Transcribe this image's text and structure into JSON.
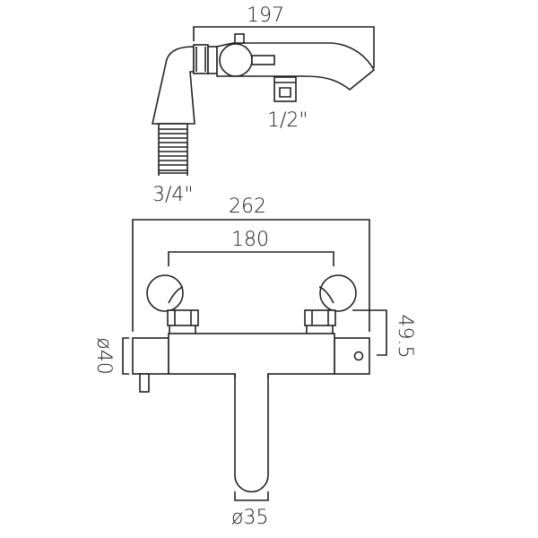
{
  "top_view": {
    "width_dim": "197",
    "inlet_thread": "3/4\"",
    "outlet_thread": "1/2\""
  },
  "front_view": {
    "overall_width": "262",
    "centres": "180",
    "projection": "49.5",
    "body_diameter": "ø40",
    "spout_diameter": "ø35"
  }
}
